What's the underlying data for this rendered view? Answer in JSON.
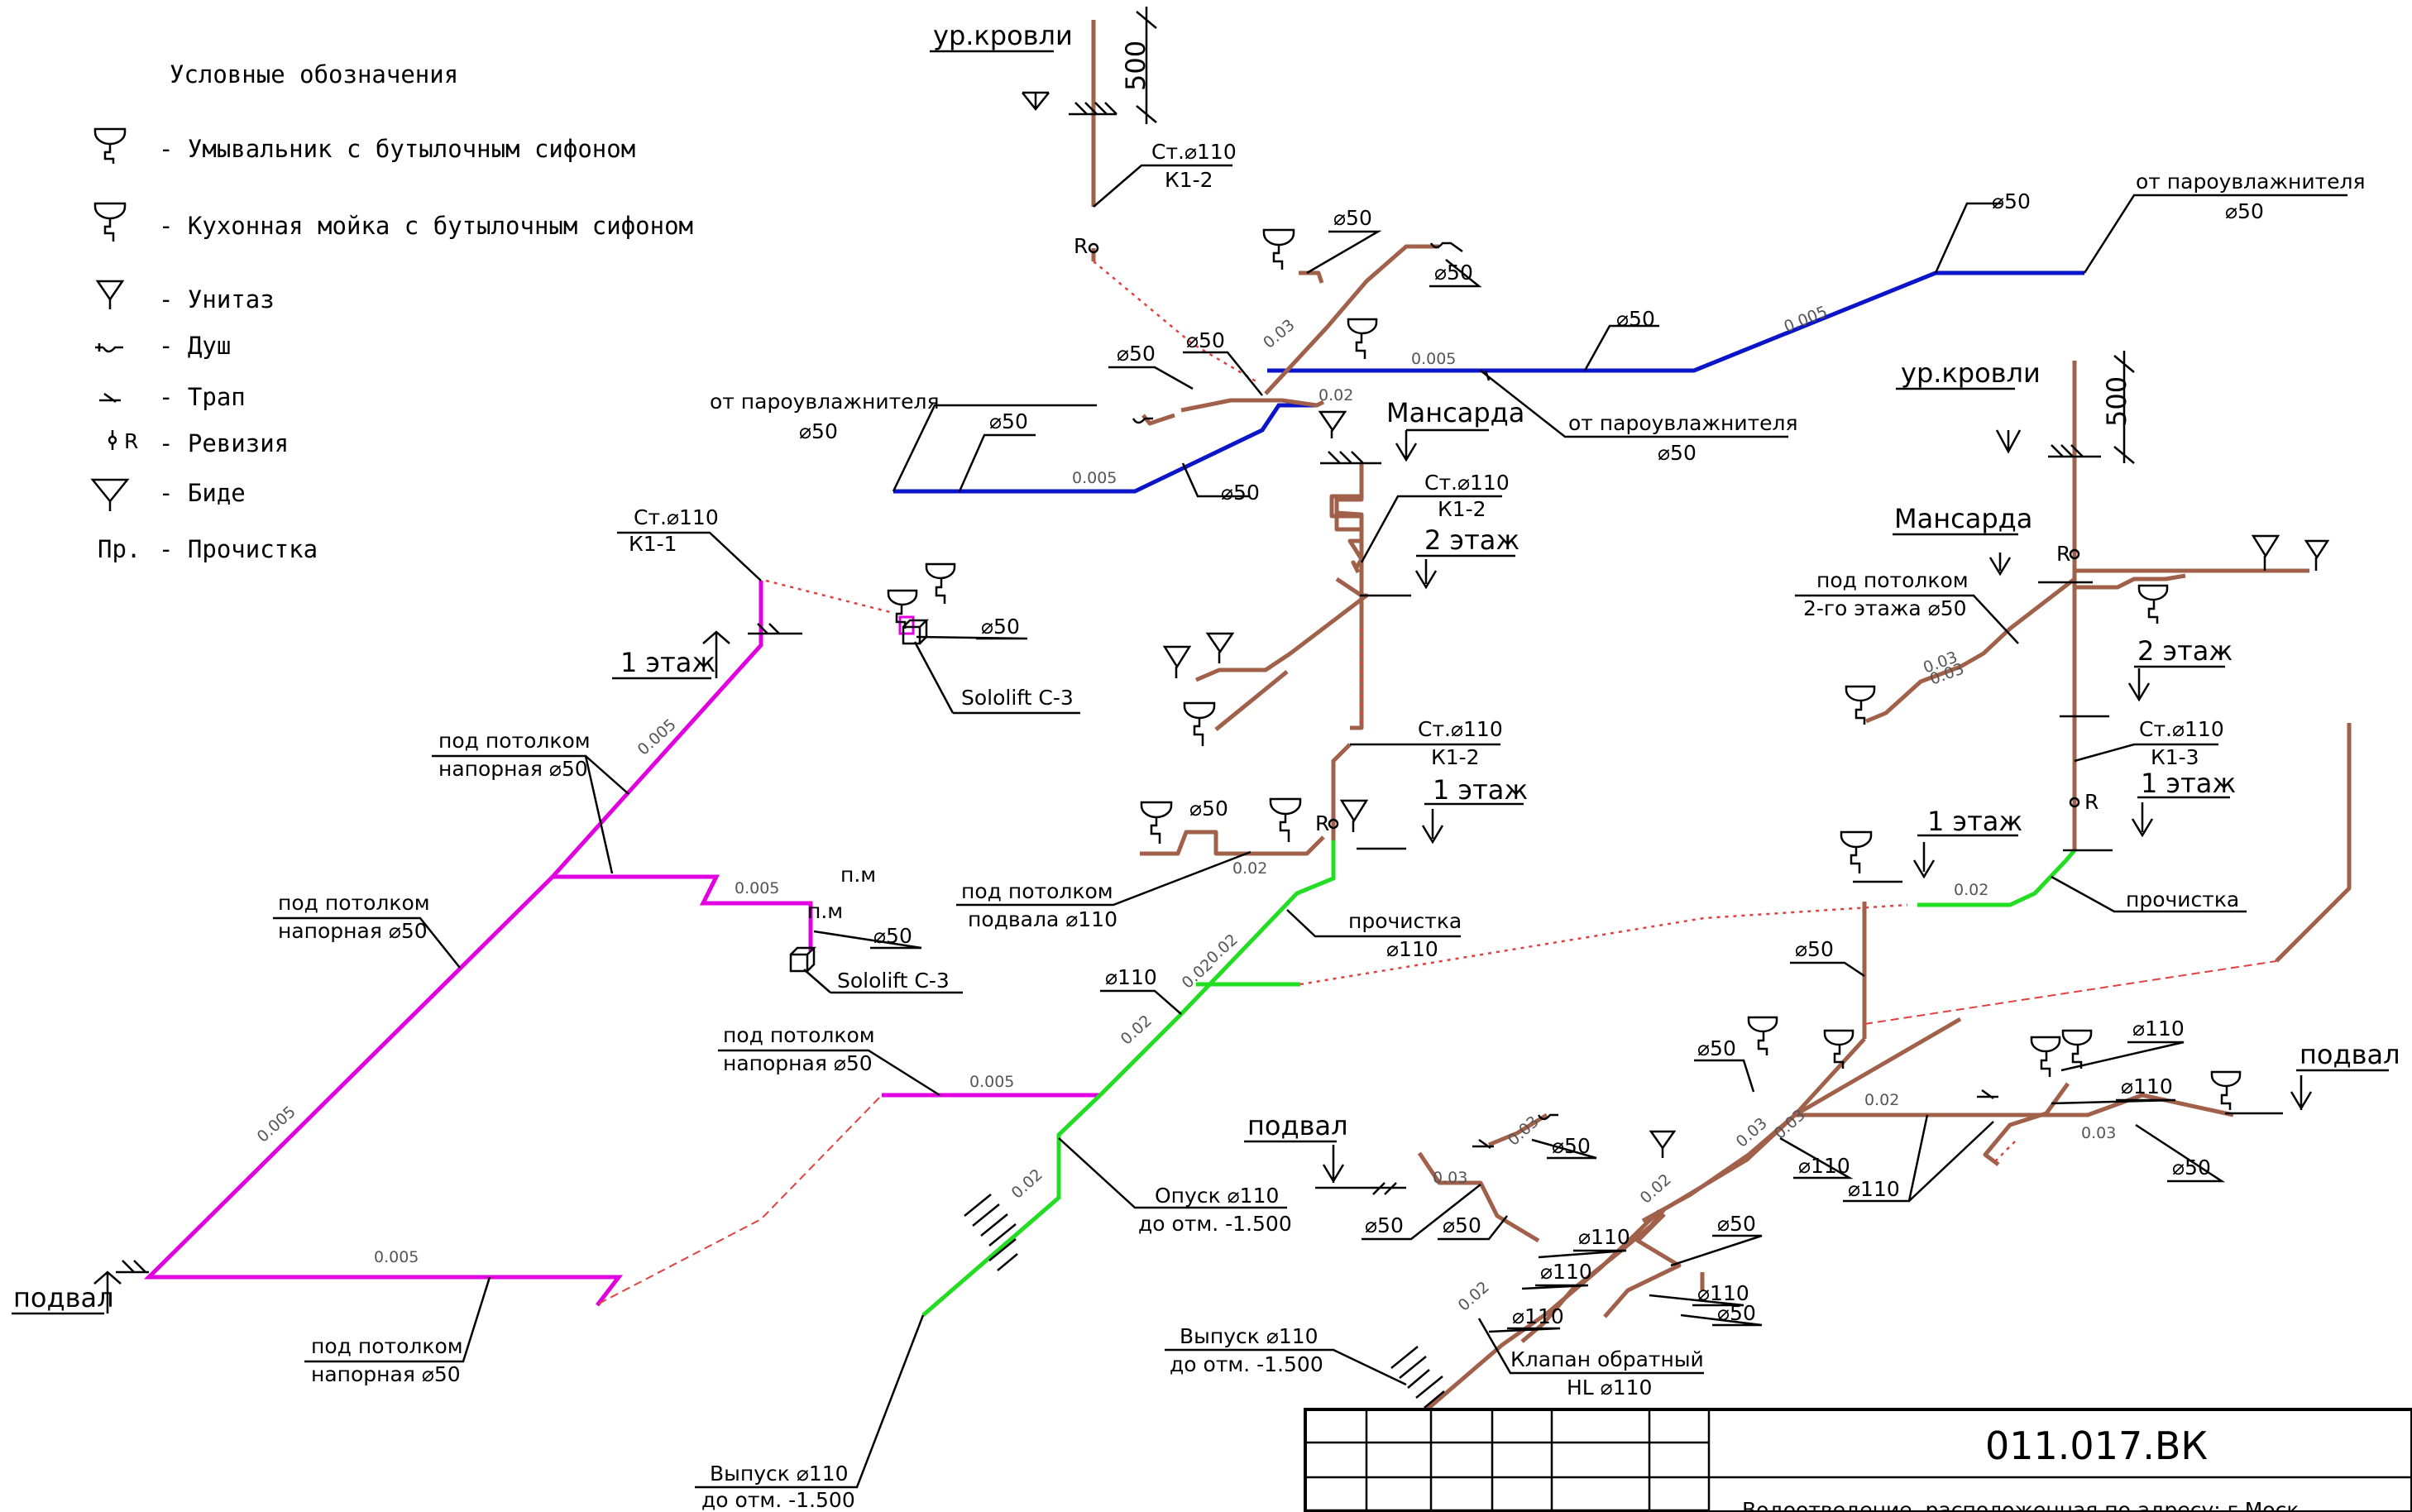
{
  "legend": {
    "title": "Условные обозначения",
    "items": [
      {
        "icon": "washbasin-icon",
        "label": "- Умывальник с бутылочным сифоном"
      },
      {
        "icon": "kitchen-sink-icon",
        "label": "- Кухонная мойка с бутылочным сифоном"
      },
      {
        "icon": "toilet-icon",
        "label": "- Унитаз"
      },
      {
        "icon": "shower-icon",
        "label": "- Душ"
      },
      {
        "icon": "floor-drain-icon",
        "label": "- Трап"
      },
      {
        "icon": "inspection-icon",
        "label": "- Ревизия"
      },
      {
        "icon": "bidet-icon",
        "label": "- Биде"
      },
      {
        "icon": "cleanout-abbr",
        "label": "- Прочистка",
        "abbr": "Пр."
      }
    ]
  },
  "levels": {
    "roof": "ур.кровли",
    "attic": "Мансарда",
    "floor2": "2 этаж",
    "floor1": "1 этаж",
    "basement": "подвал",
    "dim500": "500"
  },
  "risers": {
    "k12_top": [
      "Ст.⌀110",
      "К1-2"
    ],
    "k11": [
      "Ст.⌀110",
      "К1-1"
    ],
    "k13": [
      "Ст.⌀110",
      "К1-3"
    ]
  },
  "labels": {
    "d50": "⌀50",
    "d110": "⌀110",
    "from_humidifier": [
      "от пароувлажнителя",
      "⌀50"
    ],
    "under_ceiling_pressure": [
      "под потолком",
      "напорная ⌀50"
    ],
    "under_ceiling_basement": [
      "под потолком",
      "подвала ⌀110"
    ],
    "under_ceiling_2nd": [
      "под потолком",
      "2-го этажа ⌀50"
    ],
    "sololift": "Sololift C-3",
    "pm": "п.м",
    "cleanout": [
      "прочистка",
      "⌀110"
    ],
    "cleanout_short": "прочистка",
    "descent": [
      "Опуск ⌀110",
      "до отм. -1.500"
    ],
    "outlet": [
      "Выпуск ⌀110",
      "до отм. -1.500"
    ],
    "check_valve": [
      "Клапан обратный",
      "HL ⌀110"
    ]
  },
  "slopes": {
    "s002": "0.02",
    "s003": "0.03",
    "s0005": "0.005"
  },
  "title_block": {
    "code": "011.017.ВК",
    "subtitle": "Водоотведение, расположенная по адресу: г.Моск..."
  },
  "colors": {
    "pipe_gravity": "#a0604a",
    "pipe_humidifier": "#0a14c8",
    "pipe_pressure": "#e000e0",
    "pipe_outlet": "#22dd22",
    "projection": "#e04040"
  }
}
